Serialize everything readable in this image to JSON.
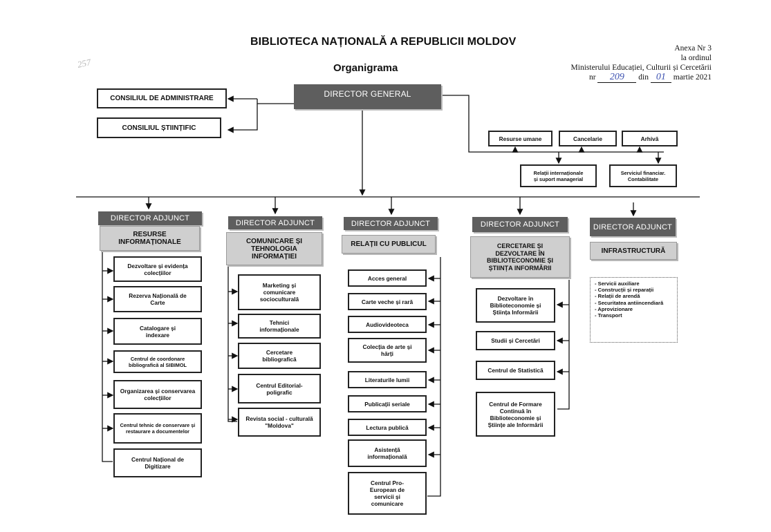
{
  "header": {
    "title": "BIBLIOTECA NAȚIONALĂ A REPUBLICII MOLDOV",
    "subtitle": "Organigrama",
    "annex_line1": "Anexa Nr 3",
    "annex_line2": "la ordinul",
    "annex_line3": "Ministerului Educației, Culturii și Cercetării",
    "annex_nr_label": "nr",
    "annex_nr_value": "209",
    "annex_din_label": "din",
    "annex_din_value": "01",
    "annex_date_rest": "martie 2021",
    "pencil_mark": "257"
  },
  "director_general": "DIRECTOR GENERAL",
  "councils": {
    "administrare": "CONSILIUL DE ADMINISTRARE",
    "stiintific": "CONSILIUL ȘTIINȚIFIC"
  },
  "support": {
    "resurse_umane": "Resurse umane",
    "cancelarie": "Cancelarie",
    "arhiva": "Arhivă",
    "relatii_line1": "Relații internaționale",
    "relatii_line2": "și suport managerial",
    "financiar_line1": "Serviciul financiar.",
    "financiar_line2": "Contabilitate"
  },
  "columns": [
    {
      "director": "DIRECTOR ADJUNCT",
      "area": "RESURSE INFORMAȚIONALE",
      "units": [
        "Dezvoltare și evidența colecțiilor",
        "Rezerva Națională de Carte",
        "Catalogare și indexare",
        "Centrul de coordonare bibliografică al SIBIMOL",
        "Organizarea și conservarea colecțiilor",
        "Centrul tehnic de conservare și restaurare a documentelor",
        "Centrul Național de Digitizare"
      ]
    },
    {
      "director": "DIRECTOR ADJUNCT",
      "area": "COMUNICARE ȘI TEHNOLOGIA INFORMAȚIEI",
      "units": [
        "Marketing și comunicare socioculturală",
        "Tehnici informaționale",
        "Cercetare bibliografică",
        "Centrul Editorial-poligrafic",
        "Revista social - culturală \"Moldova\""
      ]
    },
    {
      "director": "DIRECTOR ADJUNCT",
      "area": "RELAȚII CU PUBLICUL",
      "units": [
        "Acces general",
        "Carte veche și rară",
        "Audiovideoteca",
        "Colecția de arte și hărți",
        "Literaturile lumii",
        "Publicații seriale",
        "Lectura publică",
        "Asistență informațională",
        "Centrul Pro-European de servicii și comunicare"
      ]
    },
    {
      "director": "DIRECTOR ADJUNCT",
      "area": "CERCETARE ȘI DEZVOLTARE ÎN BIBLIOTECONOMIE ȘI ȘTIINȚA INFORMĂRII",
      "units": [
        "Dezvoltare în Biblioteconomie și Știința Informării",
        "Studii și Cercetări",
        "Centrul de Statistică",
        "Centrul de Formare Continuă în Biblioteconomie și Științe ale Informării"
      ]
    },
    {
      "director": "DIRECTOR ADJUNCT",
      "area": "INFRASTRUCTURĂ",
      "services": [
        "Servicii auxiliare",
        "Construcții și reparații",
        "Relații de arendă",
        "Securitatea antiincendiară",
        "Aprovizionare",
        "Transport"
      ]
    }
  ]
}
